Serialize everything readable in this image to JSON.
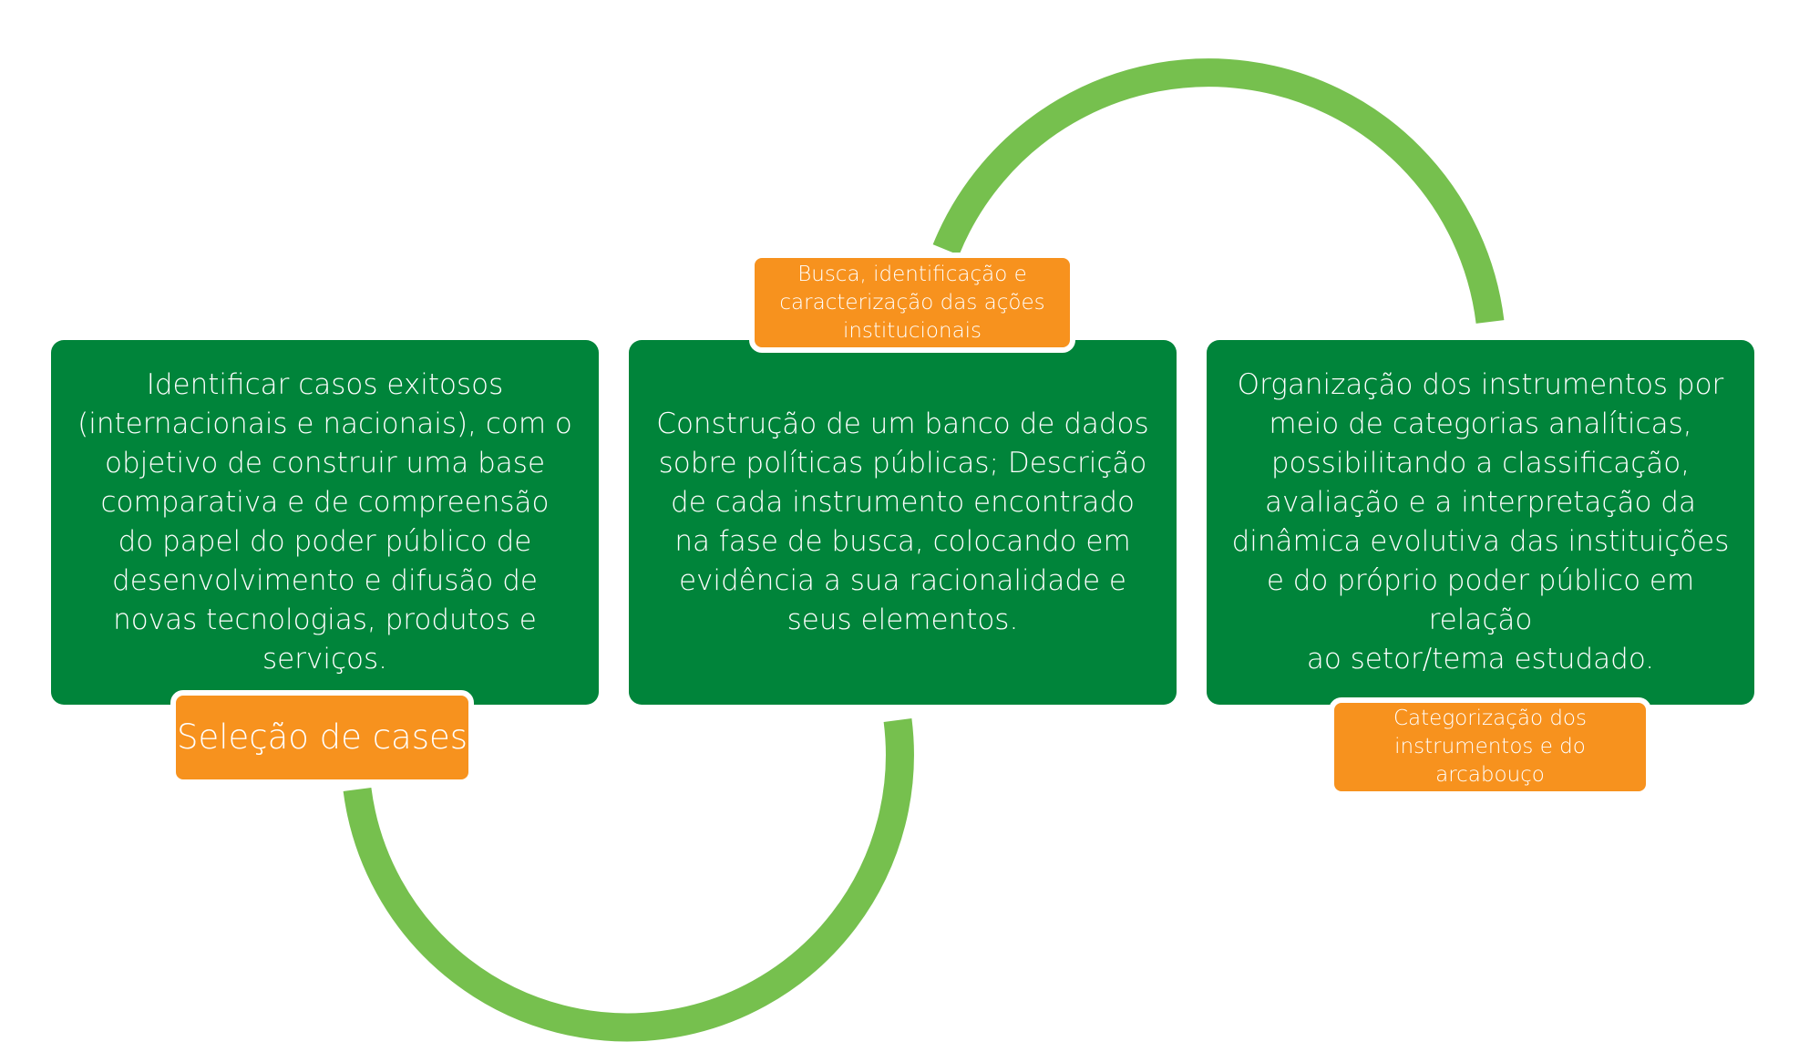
{
  "colors": {
    "box_green": "#00843a",
    "arc_green": "#76c04e",
    "label_orange": "#f7921e",
    "text": "#ffffff"
  },
  "steps": [
    {
      "label": "Seleção de cases",
      "text": "Identificar casos exitosos\n(internacionais e nacionais), com o\nobjetivo de construir uma base\ncomparativa e de compreensão\ndo papel do poder público de\ndesenvolvimento e difusão de\nnovas tecnologias, produtos e\nserviços."
    },
    {
      "label": "Busca, identificação e\ncaracterização das ações\ninstitucionais",
      "text": "Construção de um banco de dados\nsobre políticas públicas; Descrição\nde cada instrumento encontrado\nna fase de busca, colocando em\nevidência a sua racionalidade e\nseus elementos."
    },
    {
      "label": "Categorização dos\ninstrumentos e do\narcabouço",
      "text": "Organização dos instrumentos por\nmeio de categorias analíticas,\npossibilitando a classificação,\navaliação e a interpretação da\ndinâmica evolutiva das instituições\ne do próprio poder público em\nrelação\nao setor/tema estudado."
    }
  ]
}
